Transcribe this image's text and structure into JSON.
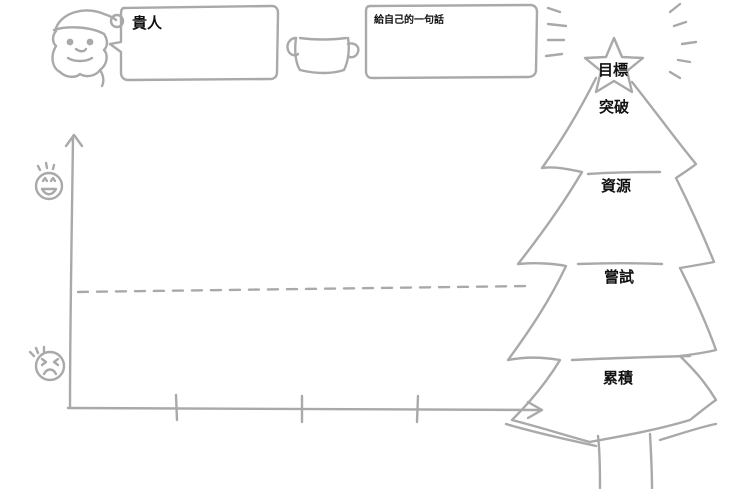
{
  "header": {
    "mentor_label": "貴人",
    "note_label": "給自己的一句話"
  },
  "tree": {
    "goal_label": "目標",
    "levels": [
      "突破",
      "資源",
      "嘗試",
      "累積"
    ]
  },
  "colors": {
    "stroke": "#a9a9a9",
    "text": "#111111",
    "background": "#ffffff"
  },
  "icons": [
    "santa-icon",
    "happy-face-icon",
    "sad-face-icon",
    "star-icon",
    "coffee-cup-icon"
  ]
}
